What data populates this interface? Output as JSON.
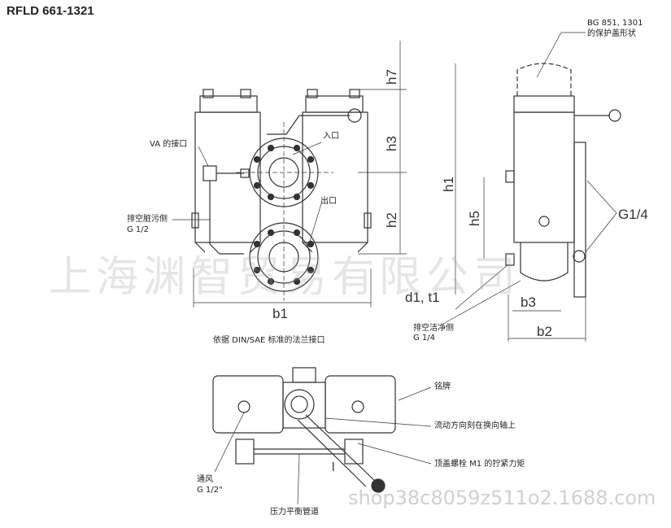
{
  "title": "RFLD 661-1321",
  "top_right_note": {
    "line1": "BG 851, 1301",
    "line2": "的保护盖形状"
  },
  "front_view_labels": {
    "va_port": "VA 的接口",
    "inlet": "入口",
    "outlet": "出口",
    "dirty_drain": "排空脏污侧",
    "dirty_drain_size": "G 1/2",
    "flange_note": "依据 DIN/SAE 标准的法兰接口"
  },
  "side_view_labels": {
    "g14": "G1/4",
    "clean_drain": "排空洁净侧",
    "clean_drain_size": "G 1/4"
  },
  "dimensions": {
    "h7": "h7",
    "h3": "h3",
    "h2": "h2",
    "h1": "h1",
    "h5": "h5",
    "b1": "b1",
    "b2": "b2",
    "b3": "b3",
    "d1t1": "d1, t1"
  },
  "top_view_labels": {
    "nameplate": "铭牌",
    "flow_direction": "流动方向刻在换向轴上",
    "cover_bolt": "顶盖螺栓 M1 的拧紧力矩",
    "vent": "通风",
    "vent_size": "G 1/2\"",
    "pressure_line": "压力平衡管道",
    "handle_length": "l"
  },
  "watermark": "上海渊智贸易有限公司",
  "watermark_url": "shop38c8059z511o2.1688.com"
}
